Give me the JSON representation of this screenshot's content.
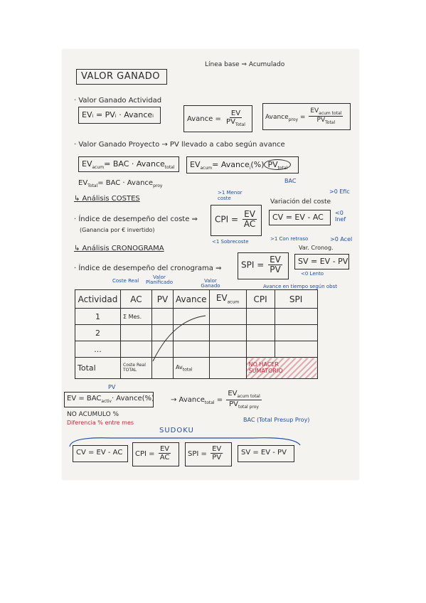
{
  "header": {
    "title": "VALOR GANADO",
    "baseline_note": "Línea base ⇒ Acumulado"
  },
  "section_ev": {
    "bullet": "Valor Ganado Actividad",
    "formula_lhs": "EVᵢ = PVᵢ · Avanceᵢ",
    "avance_label": "Avance =",
    "avance_num": "EV",
    "avance_den": "PV",
    "avance_den_sub": "Total",
    "avance_proy_label": "Avance",
    "avance_proy_sub": "proy",
    "avance_proy_num": "EV",
    "avance_proy_num_sub": "acum total",
    "avance_proy_den": "PV",
    "avance_proy_den_sub": "Total"
  },
  "section_project": {
    "bullet": "Valor Ganado Proyecto → PV llevado a cabo según avance",
    "ev_acum": "EV",
    "ev_acum_sub": "acum",
    "ev_acum_rhs": "= BAC · Avance",
    "ev_acum_rhs_sub": "total",
    "ev_acum_i": "EV",
    "ev_acum_i_sub": "acum",
    "ev_acum_i_rhs": "= Avance",
    "ev_acum_i_pct": "(%)",
    "ev_acum_i_pv": "PV",
    "ev_acum_i_pv_sub": "total",
    "ev_total_line": "EV",
    "ev_total_sub": "Total",
    "ev_total_rhs": "= BAC · Avance",
    "ev_total_rhs_sub": "proy",
    "bac_note": "BAC"
  },
  "section_costs": {
    "heading": "↳ Análisis COSTES",
    "cpi_bullet": "Índice de desempeño del coste ⇒",
    "cpi_paren": "(Ganancia por € invertido)",
    "cpi_lhs": "CPI =",
    "cpi_num": "EV",
    "cpi_den": "AC",
    "cpi_gt": ">1 Menor coste",
    "cpi_lt": "<1 Sobrecoste",
    "cv_title": "Variación del coste",
    "cv_formula": "CV = EV - AC",
    "cv_gt": ">0 Efic",
    "cv_lt": "<0 Inef"
  },
  "section_schedule": {
    "heading": "↳ Análisis CRONOGRAMA",
    "spi_bullet": "Índice de desempeño del cronograma ⇒",
    "spi_lhs": "SPI =",
    "spi_num": "EV",
    "spi_den": "PV",
    "spi_gt": ">1 Con retraso",
    "sv_title": "Var. Cronog.",
    "sv_formula": "SV = EV - PV",
    "sv_gt": ">0 Acel",
    "sv_lt": "<0 Lento"
  },
  "table_notes": {
    "coste_real": "Coste Real",
    "valor_planificado": "Valor Planificado",
    "valor_ganado": "Valor Ganado",
    "avance_tiempo": "Avance en tiempo según obst"
  },
  "table": {
    "headers": [
      "Actividad",
      "AC",
      "PV",
      "Avance",
      "EV",
      "CPI",
      "SPI"
    ],
    "ev_sub": "acum",
    "rows": [
      [
        "1",
        "Σ Mes.",
        "",
        "",
        "",
        "",
        ""
      ],
      [
        "2",
        "",
        "",
        "",
        "",
        "",
        ""
      ],
      [
        "...",
        "",
        "",
        "",
        "",
        "",
        ""
      ]
    ],
    "total_label": "Total",
    "total_ac": "Coste Real TOTAL",
    "total_avance": "Av",
    "total_avance_sub": "total",
    "total_note": "NO HACER SUMATORIO"
  },
  "footer": {
    "pv_tag": "PV",
    "ev_bac": "EV = BAC",
    "ev_bac_sub": "activ",
    "ev_bac_rhs": "· Avance(%)",
    "avance_total_label": "→ Avance",
    "avance_total_sub": "total",
    "avance_total_num": "EV",
    "avance_total_num_sub": "acum total",
    "avance_total_den": "PV",
    "avance_total_den_sub": "total proy",
    "no_acumulo": "NO ACUMULO %",
    "diferencia": "Diferencia % entre mes",
    "bac_total": "BAC (Total Presup Proy)",
    "sudoku": "SUDOKU",
    "summary": [
      {
        "lhs": "CV = EV - AC"
      },
      {
        "lhs": "CPI =",
        "num": "EV",
        "den": "AC"
      },
      {
        "lhs": "SPI =",
        "num": "EV",
        "den": "PV"
      },
      {
        "lhs": "SV = EV - PV"
      }
    ]
  }
}
